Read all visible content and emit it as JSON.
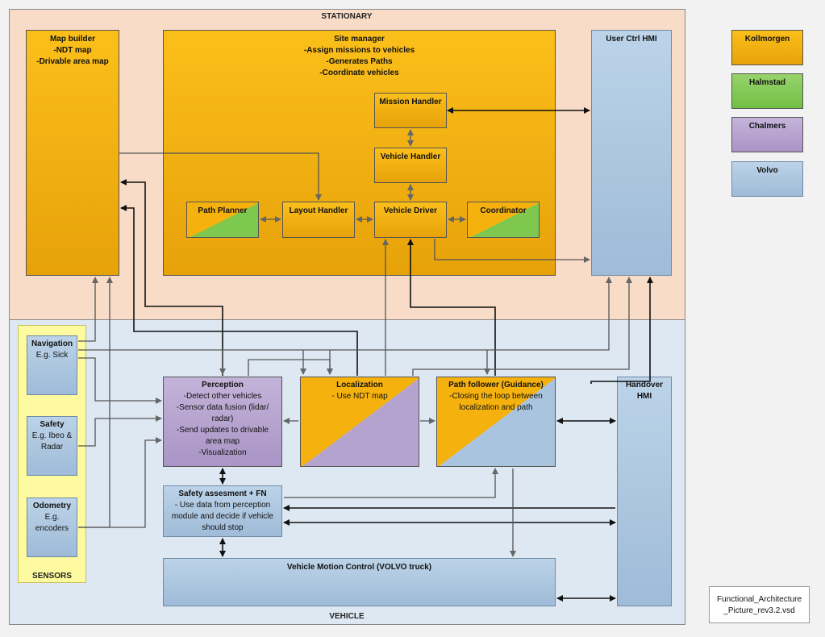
{
  "regions": {
    "stationary": "STATIONARY",
    "vehicle": "VEHICLE",
    "sensors": "SENSORS"
  },
  "blocks": {
    "map_builder": {
      "title": "Map builder",
      "lines": [
        "-NDT map",
        "-Drivable area map"
      ]
    },
    "site_manager": {
      "title": "Site manager",
      "lines": [
        "-Assign missions to vehicles",
        "-Generates Paths",
        "-Coordinate vehicles"
      ]
    },
    "mission_handler": {
      "title": "Mission Handler"
    },
    "vehicle_handler": {
      "title": "Vehicle Handler"
    },
    "path_planner": {
      "title": "Path Planner"
    },
    "layout_handler": {
      "title": "Layout Handler"
    },
    "vehicle_driver": {
      "title": "Vehicle Driver"
    },
    "coordinator": {
      "title": "Coordinator"
    },
    "user_ctrl_hmi": {
      "title": "User Ctrl HMI"
    },
    "navigation": {
      "title": "Navigation",
      "lines": [
        "E.g. Sick"
      ]
    },
    "safety": {
      "title": "Safety",
      "lines": [
        "E.g. Ibeo &",
        "Radar"
      ]
    },
    "odometry": {
      "title": "Odometry",
      "lines": [
        "E.g.",
        "encoders"
      ]
    },
    "perception": {
      "title": "Perception",
      "lines": [
        "-Detect other vehicles",
        "-Sensor data fusion (lidar/",
        "radar)",
        "-Send updates to drivable",
        "area map",
        "-Visualization"
      ]
    },
    "localization": {
      "title": "Localization",
      "lines": [
        "- Use NDT map"
      ]
    },
    "path_follower": {
      "title": "Path follower (Guidance)",
      "lines": [
        "-Closing the loop between",
        "localization and path"
      ]
    },
    "handover_hmi": {
      "title": "Handover",
      "lines": [
        "HMI"
      ]
    },
    "safety_assessment": {
      "title": "Safety assesment + FN",
      "lines": [
        "- Use data from perception",
        "module and decide if vehicle",
        "should stop"
      ]
    },
    "vehicle_motion": {
      "title": "Vehicle Motion Control (VOLVO truck)"
    }
  },
  "legend": [
    {
      "label": "Kollmorgen",
      "color": "#f5b20f"
    },
    {
      "label": "Halmstad",
      "color": "#7ec850"
    },
    {
      "label": "Chalmers",
      "color": "#b4a3cf"
    },
    {
      "label": "Volvo",
      "color": "#a9c4df"
    }
  ],
  "file_label": [
    "Functional_Architecture",
    "_Picture_rev3.2.vsd"
  ],
  "colors": {
    "stationary_bg": "#f9dcc8",
    "vehicle_bg": "#dde8f2",
    "sensors_bg": "#fdfaa0",
    "orange": "#f5b20f",
    "blue": "#a9c4df",
    "purple": "#b4a3cf",
    "green": "#7ec850"
  }
}
